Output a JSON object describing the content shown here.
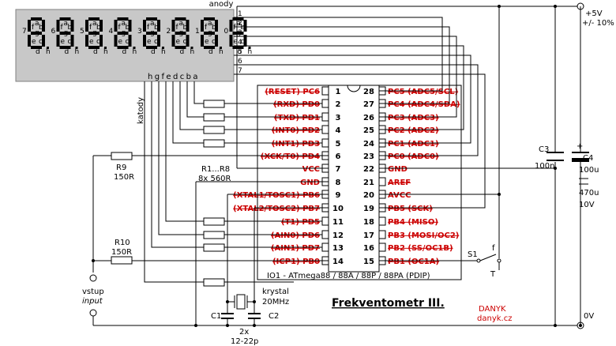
{
  "display": {
    "anody_label": "anody",
    "katody_label": "katody",
    "segment_letters": "hgfedcba",
    "digit_numbers": [
      "7",
      "6",
      "5",
      "4",
      "3",
      "2",
      "1",
      "0"
    ],
    "anode_numbers": [
      "1",
      "2",
      "3",
      "4",
      "5",
      "6",
      "7"
    ],
    "seg_label_a": "a",
    "seg_label_b": "b",
    "seg_label_c": "c",
    "seg_label_d": "d",
    "seg_label_e": "e",
    "seg_label_f": "f",
    "seg_label_g": "g",
    "seg_label_h": "h"
  },
  "chip": {
    "label": "IO1 - ATmega88 / 88A / 88P / 88PA (PDIP)",
    "left_pins": [
      {
        "num": "1",
        "name": "(RESET) PC6",
        "strike": true
      },
      {
        "num": "2",
        "name": "(RXD) PD0",
        "strike": true
      },
      {
        "num": "3",
        "name": "(TXD) PD1",
        "strike": true
      },
      {
        "num": "4",
        "name": "(INT0) PD2",
        "strike": true
      },
      {
        "num": "5",
        "name": "(INT1) PD3",
        "strike": true
      },
      {
        "num": "6",
        "name": "(XCK/T0) PD4",
        "strike": true
      },
      {
        "num": "7",
        "name": "VCC",
        "strike": false
      },
      {
        "num": "8",
        "name": "GND",
        "strike": false
      },
      {
        "num": "9",
        "name": "(XTAL1/TOSC1) PB6",
        "strike": true
      },
      {
        "num": "10",
        "name": "(XTAL2/TOSC2) PB7",
        "strike": true
      },
      {
        "num": "11",
        "name": "(T1) PD5",
        "strike": true
      },
      {
        "num": "12",
        "name": "(AIN0) PD6",
        "strike": true
      },
      {
        "num": "13",
        "name": "(AIN1) PD7",
        "strike": true
      },
      {
        "num": "14",
        "name": "(ICP1) PB0",
        "strike": true
      }
    ],
    "right_pins": [
      {
        "num": "28",
        "name": "PC5 (ADC5/SCL)",
        "strike": true
      },
      {
        "num": "27",
        "name": "PC4 (ADC4/SDA)",
        "strike": true
      },
      {
        "num": "26",
        "name": "PC3 (ADC3)",
        "strike": true
      },
      {
        "num": "25",
        "name": "PC2 (ADC2)",
        "strike": true
      },
      {
        "num": "24",
        "name": "PC1 (ADC1)",
        "strike": true
      },
      {
        "num": "23",
        "name": "PC0 (ADC0)",
        "strike": true
      },
      {
        "num": "22",
        "name": "GND",
        "strike": false
      },
      {
        "num": "21",
        "name": "AREF",
        "strike": true
      },
      {
        "num": "20",
        "name": "AVCC",
        "strike": false
      },
      {
        "num": "19",
        "name": "PB5 (SCK)",
        "strike": true
      },
      {
        "num": "18",
        "name": "PB4 (MISO)",
        "strike": true
      },
      {
        "num": "17",
        "name": "PB3 (MOSI/OC2)",
        "strike": true
      },
      {
        "num": "16",
        "name": "PB2 (SS/OC1B)",
        "strike": true
      },
      {
        "num": "15",
        "name": "PB1 (OC1A)",
        "strike": true
      }
    ]
  },
  "components": {
    "r9_name": "R9",
    "r9_value": "150R",
    "r10_name": "R10",
    "r10_value": "150R",
    "r_array_name": "R1...R8",
    "r_array_value": "8x 560R",
    "c3_name": "C3",
    "c3_value": "100n",
    "c4_name": "C4",
    "c4_value1": "100u",
    "c4_value2": "470u",
    "c4_value3": "10V",
    "c4_plus": "+",
    "c1_name": "C1",
    "c2_name": "C2",
    "c12_count": "2x",
    "c12_value": "12-22p",
    "crystal_name": "krystal",
    "crystal_value": "20MHz",
    "s1_name": "S1",
    "s1_f": "f",
    "s1_t": "T"
  },
  "labels": {
    "supply_plus": "+5V",
    "supply_tol": "+/- 10%",
    "ground": "0V",
    "input_name": "vstup",
    "input_sub": "input",
    "title": "Frekventometr III.",
    "author": "DANYK",
    "website": "danyk.cz"
  }
}
